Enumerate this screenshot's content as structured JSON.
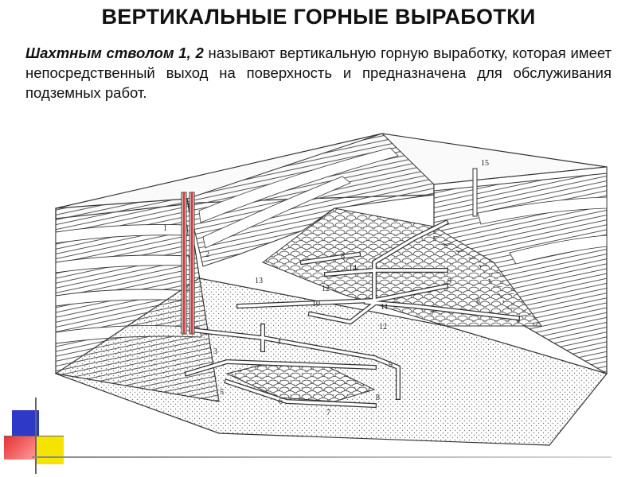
{
  "slide": {
    "title": "ВЕРТИКАЛЬНЫЕ ГОРНЫЕ ВЫРАБОТКИ",
    "definition": {
      "term": "Шахтным стволом 1, 2",
      "text": " называют вертикальную горную выработку, которая имеет непосредственный выход на поверхность и предназначена для обслуживания подземных работ."
    }
  },
  "diagram": {
    "labels": [
      "1",
      "2",
      "3",
      "4",
      "5",
      "6",
      "7",
      "7",
      "8",
      "8",
      "8",
      "9",
      "9",
      "10",
      "11",
      "12",
      "12",
      "13",
      "14",
      "15"
    ],
    "colors": {
      "shaft": "#d23a3a",
      "line": "#333333",
      "hatch": "#555555"
    }
  },
  "decoration": {
    "colors": {
      "blue": "#2f39c8",
      "red": "#e53030",
      "yellow": "#f5e400",
      "line": "#8a8a8a"
    }
  }
}
